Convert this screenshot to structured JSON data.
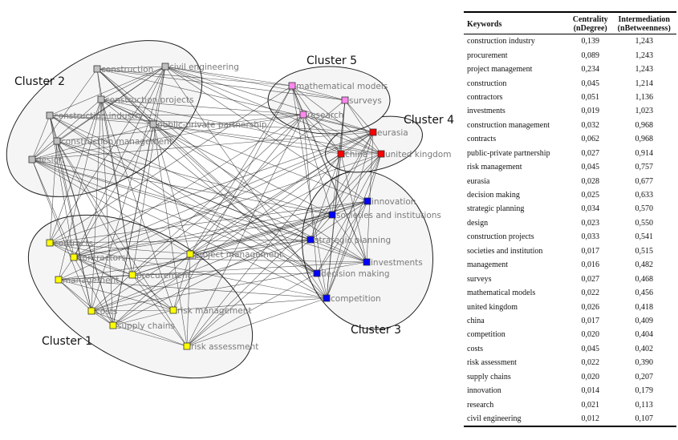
{
  "clusters": [
    {
      "label": "Cluster 1",
      "color": "#ffff00",
      "nodes": [
        "contracts",
        "contractors",
        "management",
        "procurement",
        "project management",
        "costs",
        "supply chains",
        "risk management",
        "risk assessment"
      ]
    },
    {
      "label": "Cluster 2",
      "color": "#c0c0c0",
      "nodes": [
        "construction",
        "civil engineering",
        "construction projects",
        "construction industry",
        "public-private partnership",
        "construction management",
        "design"
      ]
    },
    {
      "label": "Cluster 3",
      "color": "#0000ff",
      "nodes": [
        "innovation",
        "societies and institutions",
        "strategic planning",
        "investments",
        "decision making",
        "competition"
      ]
    },
    {
      "label": "Cluster 4",
      "color": "#ff0000",
      "nodes": [
        "eurasia",
        "china",
        "united kingdom"
      ]
    },
    {
      "label": "Cluster 5",
      "color": "#ff88ee",
      "nodes": [
        "mathematical models",
        "surveys",
        "research"
      ]
    }
  ],
  "table": {
    "headers": {
      "keywords": "Keywords",
      "centrality": "Centrality",
      "centrality_sub": "(nDegree)",
      "intermediation": "Intermediation",
      "intermediation_sub": "(nBetweenness)"
    },
    "rows": [
      {
        "keyword": "construction industry",
        "centrality": "0,139",
        "intermediation": "1,243"
      },
      {
        "keyword": "procurement",
        "centrality": "0,089",
        "intermediation": "1,243"
      },
      {
        "keyword": "project management",
        "centrality": "0,234",
        "intermediation": "1,243"
      },
      {
        "keyword": "construction",
        "centrality": "0,045",
        "intermediation": "1,214"
      },
      {
        "keyword": "contractors",
        "centrality": "0,051",
        "intermediation": "1,136"
      },
      {
        "keyword": "investments",
        "centrality": "0,019",
        "intermediation": "1,023"
      },
      {
        "keyword": "construction management",
        "centrality": "0,032",
        "intermediation": "0,968"
      },
      {
        "keyword": "contracts",
        "centrality": "0,062",
        "intermediation": "0,968"
      },
      {
        "keyword": "public-private partnership",
        "centrality": "0,027",
        "intermediation": "0,914"
      },
      {
        "keyword": "risk management",
        "centrality": "0,045",
        "intermediation": "0,757"
      },
      {
        "keyword": "eurasia",
        "centrality": "0,028",
        "intermediation": "0,677"
      },
      {
        "keyword": "decision making",
        "centrality": "0,025",
        "intermediation": "0,633"
      },
      {
        "keyword": "strategic planning",
        "centrality": "0,034",
        "intermediation": "0,570"
      },
      {
        "keyword": "design",
        "centrality": "0,023",
        "intermediation": "0,550"
      },
      {
        "keyword": "construction projects",
        "centrality": "0,033",
        "intermediation": "0,541"
      },
      {
        "keyword": "societies and institution",
        "centrality": "0,017",
        "intermediation": "0,515"
      },
      {
        "keyword": "management",
        "centrality": "0,016",
        "intermediation": "0,482"
      },
      {
        "keyword": "surveys",
        "centrality": "0,027",
        "intermediation": "0,468"
      },
      {
        "keyword": "mathematical models",
        "centrality": "0,022",
        "intermediation": "0,456"
      },
      {
        "keyword": "united kingdom",
        "centrality": "0,026",
        "intermediation": "0,418"
      },
      {
        "keyword": "china",
        "centrality": "0,017",
        "intermediation": "0,409"
      },
      {
        "keyword": "competition",
        "centrality": "0,020",
        "intermediation": "0,404"
      },
      {
        "keyword": "costs",
        "centrality": "0,045",
        "intermediation": "0,402"
      },
      {
        "keyword": "risk assessment",
        "centrality": "0,022",
        "intermediation": "0,390"
      },
      {
        "keyword": "supply chains",
        "centrality": "0,020",
        "intermediation": "0,207"
      },
      {
        "keyword": "innovation",
        "centrality": "0,014",
        "intermediation": "0,179"
      },
      {
        "keyword": "research",
        "centrality": "0,021",
        "intermediation": "0,113"
      },
      {
        "keyword": "civil engineering",
        "centrality": "0,012",
        "intermediation": "0,107"
      }
    ]
  }
}
